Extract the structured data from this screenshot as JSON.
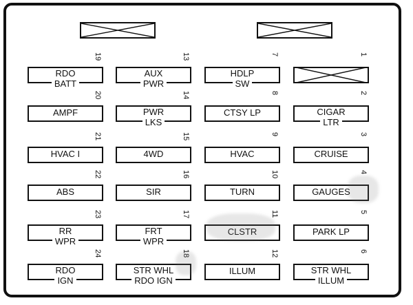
{
  "diagram": {
    "title": "Fuse block layout",
    "unused_slots_top": [
      "blank",
      "blank"
    ],
    "columns": [
      {
        "fuses": [
          {
            "number": "19",
            "label_line1": "RDO",
            "label_line2": "BATT"
          },
          {
            "number": "20",
            "label_line1": "AMPF",
            "label_line2": ""
          },
          {
            "number": "21",
            "label_line1": "HVAC I",
            "label_line2": ""
          },
          {
            "number": "22",
            "label_line1": "ABS",
            "label_line2": ""
          },
          {
            "number": "23",
            "label_line1": "RR",
            "label_line2": "WPR"
          },
          {
            "number": "24",
            "label_line1": "RDO",
            "label_line2": "IGN"
          }
        ]
      },
      {
        "fuses": [
          {
            "number": "13",
            "label_line1": "AUX",
            "label_line2": "PWR"
          },
          {
            "number": "14",
            "label_line1": "PWR",
            "label_line2": "LKS"
          },
          {
            "number": "15",
            "label_line1": "4WD",
            "label_line2": ""
          },
          {
            "number": "16",
            "label_line1": "SIR",
            "label_line2": ""
          },
          {
            "number": "17",
            "label_line1": "FRT",
            "label_line2": "WPR"
          },
          {
            "number": "18",
            "label_line1": "STR WHL",
            "label_line2": "RDO IGN"
          }
        ]
      },
      {
        "fuses": [
          {
            "number": "7",
            "label_line1": "HDLP",
            "label_line2": "SW"
          },
          {
            "number": "8",
            "label_line1": "CTSY LP",
            "label_line2": ""
          },
          {
            "number": "9",
            "label_line1": "HVAC",
            "label_line2": ""
          },
          {
            "number": "10",
            "label_line1": "TURN",
            "label_line2": ""
          },
          {
            "number": "11",
            "label_line1": "CLSTR",
            "label_line2": ""
          },
          {
            "number": "12",
            "label_line1": "ILLUM",
            "label_line2": ""
          }
        ]
      },
      {
        "fuses": [
          {
            "number": "1",
            "label_line1": "",
            "label_line2": "",
            "unused": true
          },
          {
            "number": "2",
            "label_line1": "CIGAR",
            "label_line2": "LTR"
          },
          {
            "number": "3",
            "label_line1": "CRUISE",
            "label_line2": ""
          },
          {
            "number": "4",
            "label_line1": "GAUGES",
            "label_line2": ""
          },
          {
            "number": "5",
            "label_line1": "PARK LP",
            "label_line2": ""
          },
          {
            "number": "6",
            "label_line1": "STR WHL",
            "label_line2": "ILLUM"
          }
        ]
      }
    ]
  }
}
